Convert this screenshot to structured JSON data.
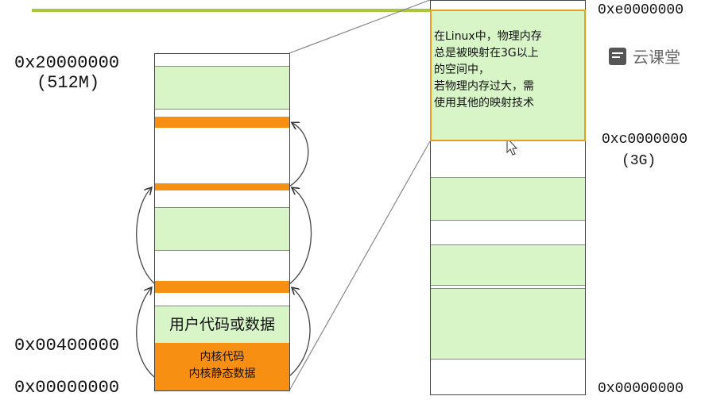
{
  "left_addresses": {
    "top_addr": "0x20000000",
    "top_size": "(512M)",
    "user_start": "0x00400000",
    "bottom": "0x00000000"
  },
  "left_blocks": {
    "user_code": "用户代码或数据",
    "kernel_code": "内核代码",
    "kernel_data": "内核静态数据"
  },
  "right_addresses": {
    "top": "0xe0000000",
    "kernel_base": "0xc0000000",
    "kernel_size": "(3G)",
    "bottom": "0x00000000"
  },
  "note_lines": [
    "在Linux中，物理内存",
    "总是被映射在3G以上",
    "的空间中，",
    "若物理内存过大，需",
    "使用其他的映射技术"
  ],
  "watermark": "云课堂",
  "colors": {
    "green_fill": "#d8f5c8",
    "orange_fill": "#f79012",
    "top_bar": "#a8c83a",
    "note_border": "#e8a020"
  }
}
